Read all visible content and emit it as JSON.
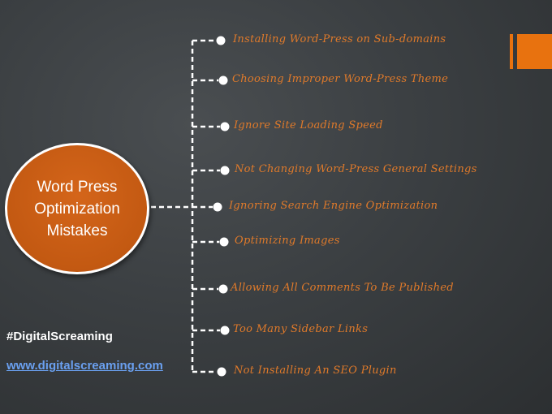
{
  "center_topic": {
    "title": "Word Press\nOptimization\nMistakes"
  },
  "mistakes": [
    "Installing Word-Press on Sub-domains",
    "Choosing Improper Word-Press Theme",
    "Ignore Site Loading Speed",
    "Not Changing Word-Press General Settings",
    "Ignoring Search Engine Optimization",
    "Optimizing Images",
    "Allowing All Comments To Be Published",
    "Too Many Sidebar Links",
    "Not Installing An SEO Plugin"
  ],
  "footer": {
    "hashtag": "#DigitalScreaming",
    "website": "www.digitalscreaming.com"
  },
  "colors": {
    "accent": "#e8720f",
    "label_text": "#e07a2a",
    "link": "#6aa0f0",
    "connector": "#ffffff"
  }
}
